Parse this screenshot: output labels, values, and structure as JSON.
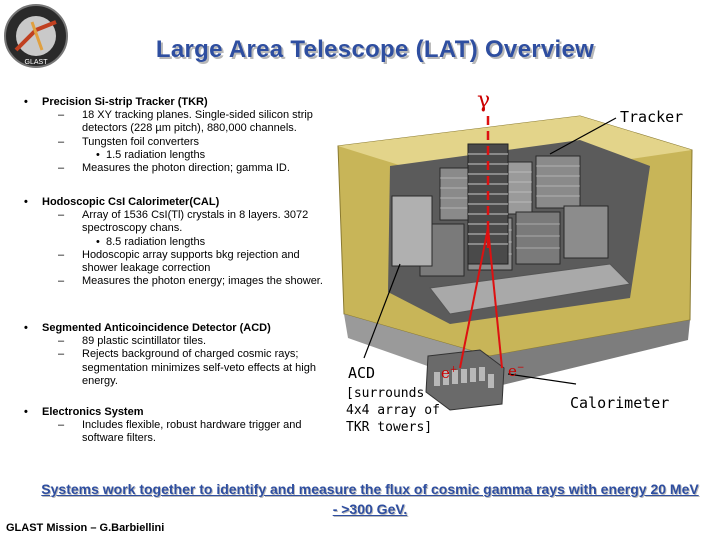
{
  "slide": {
    "title": "Large Area Telescope (LAT) Overview",
    "logo_text": "GLAST",
    "footer": "GLAST Mission – G.Barbiellini",
    "summary": "Systems work together to identify and measure the flux of cosmic gamma rays with energy 20 MeV - >300 GeV."
  },
  "bullets": [
    {
      "text": "Precision Si-strip Tracker (TKR)",
      "subs": [
        {
          "text": "18 XY tracking planes. Single-sided silicon strip detectors (228 µm pitch), 880,000 channels."
        },
        {
          "text": "Tungsten foil converters",
          "subsub": "1.5 radiation lengths"
        },
        {
          "text": "Measures the photon direction; gamma ID."
        }
      ]
    },
    {
      "text": "Hodoscopic CsI Calorimeter(CAL)",
      "subs": [
        {
          "text": "Array of 1536 CsI(Tl) crystals in 8 layers. 3072 spectroscopy chans.",
          "subsub": "8.5 radiation lengths"
        },
        {
          "text": "Hodoscopic array supports bkg rejection and shower leakage correction"
        },
        {
          "text": "Measures the photon energy; images the shower."
        }
      ]
    },
    {
      "text": "Segmented Anticoincidence Detector (ACD)",
      "subs": [
        {
          "text": "89 plastic scintillator tiles."
        },
        {
          "text": "Rejects background of charged cosmic rays; segmentation minimizes self-veto effects at high energy."
        }
      ]
    },
    {
      "text": "Electronics System",
      "subs": [
        {
          "text": "Includes flexible, robust hardware trigger and software filters."
        }
      ]
    }
  ],
  "figure": {
    "gamma": "γ",
    "tracker": "Tracker",
    "acd": "ACD",
    "acd_note": "[surrounds\n4x4 array of\nTKR towers]",
    "calorimeter": "Calorimeter",
    "electron": "e",
    "positron": "e"
  }
}
